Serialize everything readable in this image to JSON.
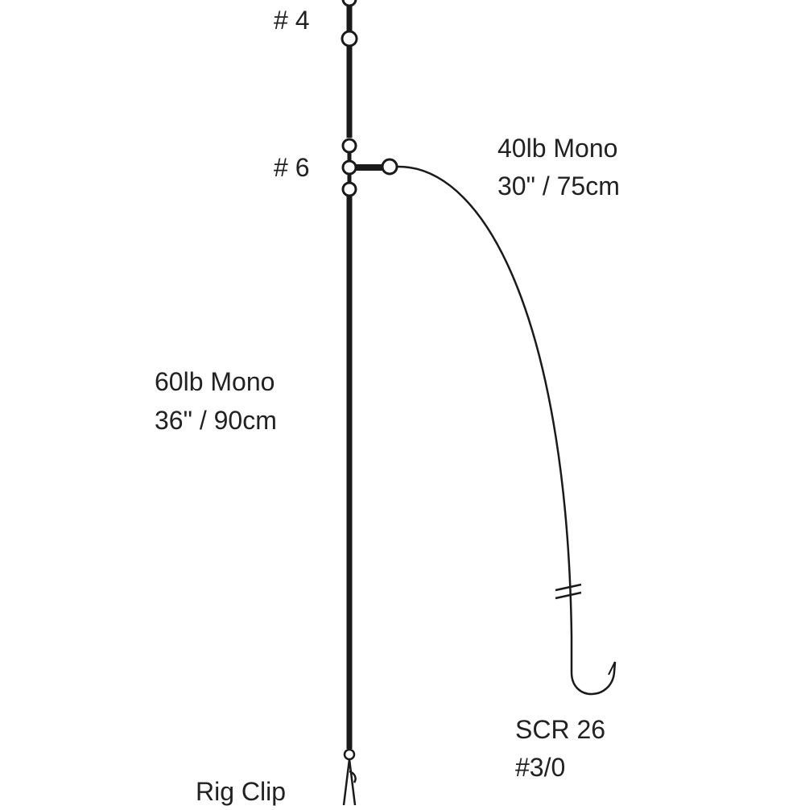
{
  "labels": {
    "swivel_top": "# 4",
    "swivel_mid": "# 6",
    "snood_line": "40lb Mono",
    "snood_length": "30\" / 75cm",
    "main_line": "60lb Mono",
    "main_length": "36\" / 90cm",
    "hook_model": "SCR 26",
    "hook_size": "#3/0",
    "clip": "Rig Clip"
  },
  "colors": {
    "line": "#1a1a1a",
    "bead_fill": "#ffffff",
    "text": "#222222"
  }
}
